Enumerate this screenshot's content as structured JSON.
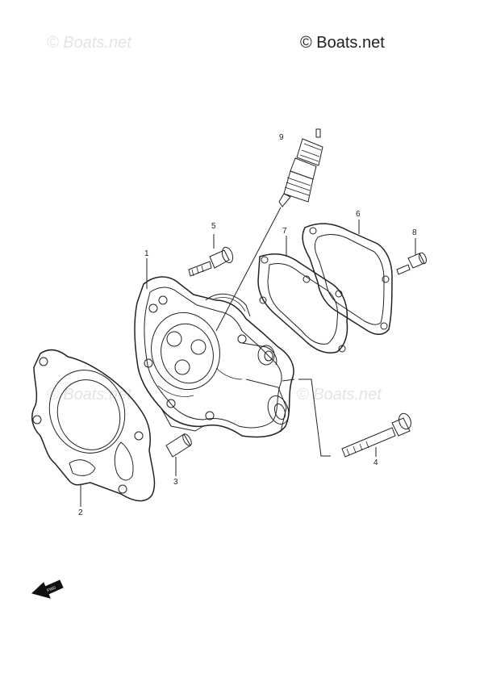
{
  "watermarks": {
    "top_left": "© Boats.net",
    "middle_left": "© Boats.net",
    "middle_right": "© Boats.net"
  },
  "copyright": "© Boats.net",
  "callouts": {
    "c1": "1",
    "c2": "2",
    "c3": "3",
    "c4": "4",
    "c5": "5",
    "c6": "6",
    "c7": "7",
    "c8": "8",
    "c9": "9"
  },
  "fwd_label": "FWD"
}
